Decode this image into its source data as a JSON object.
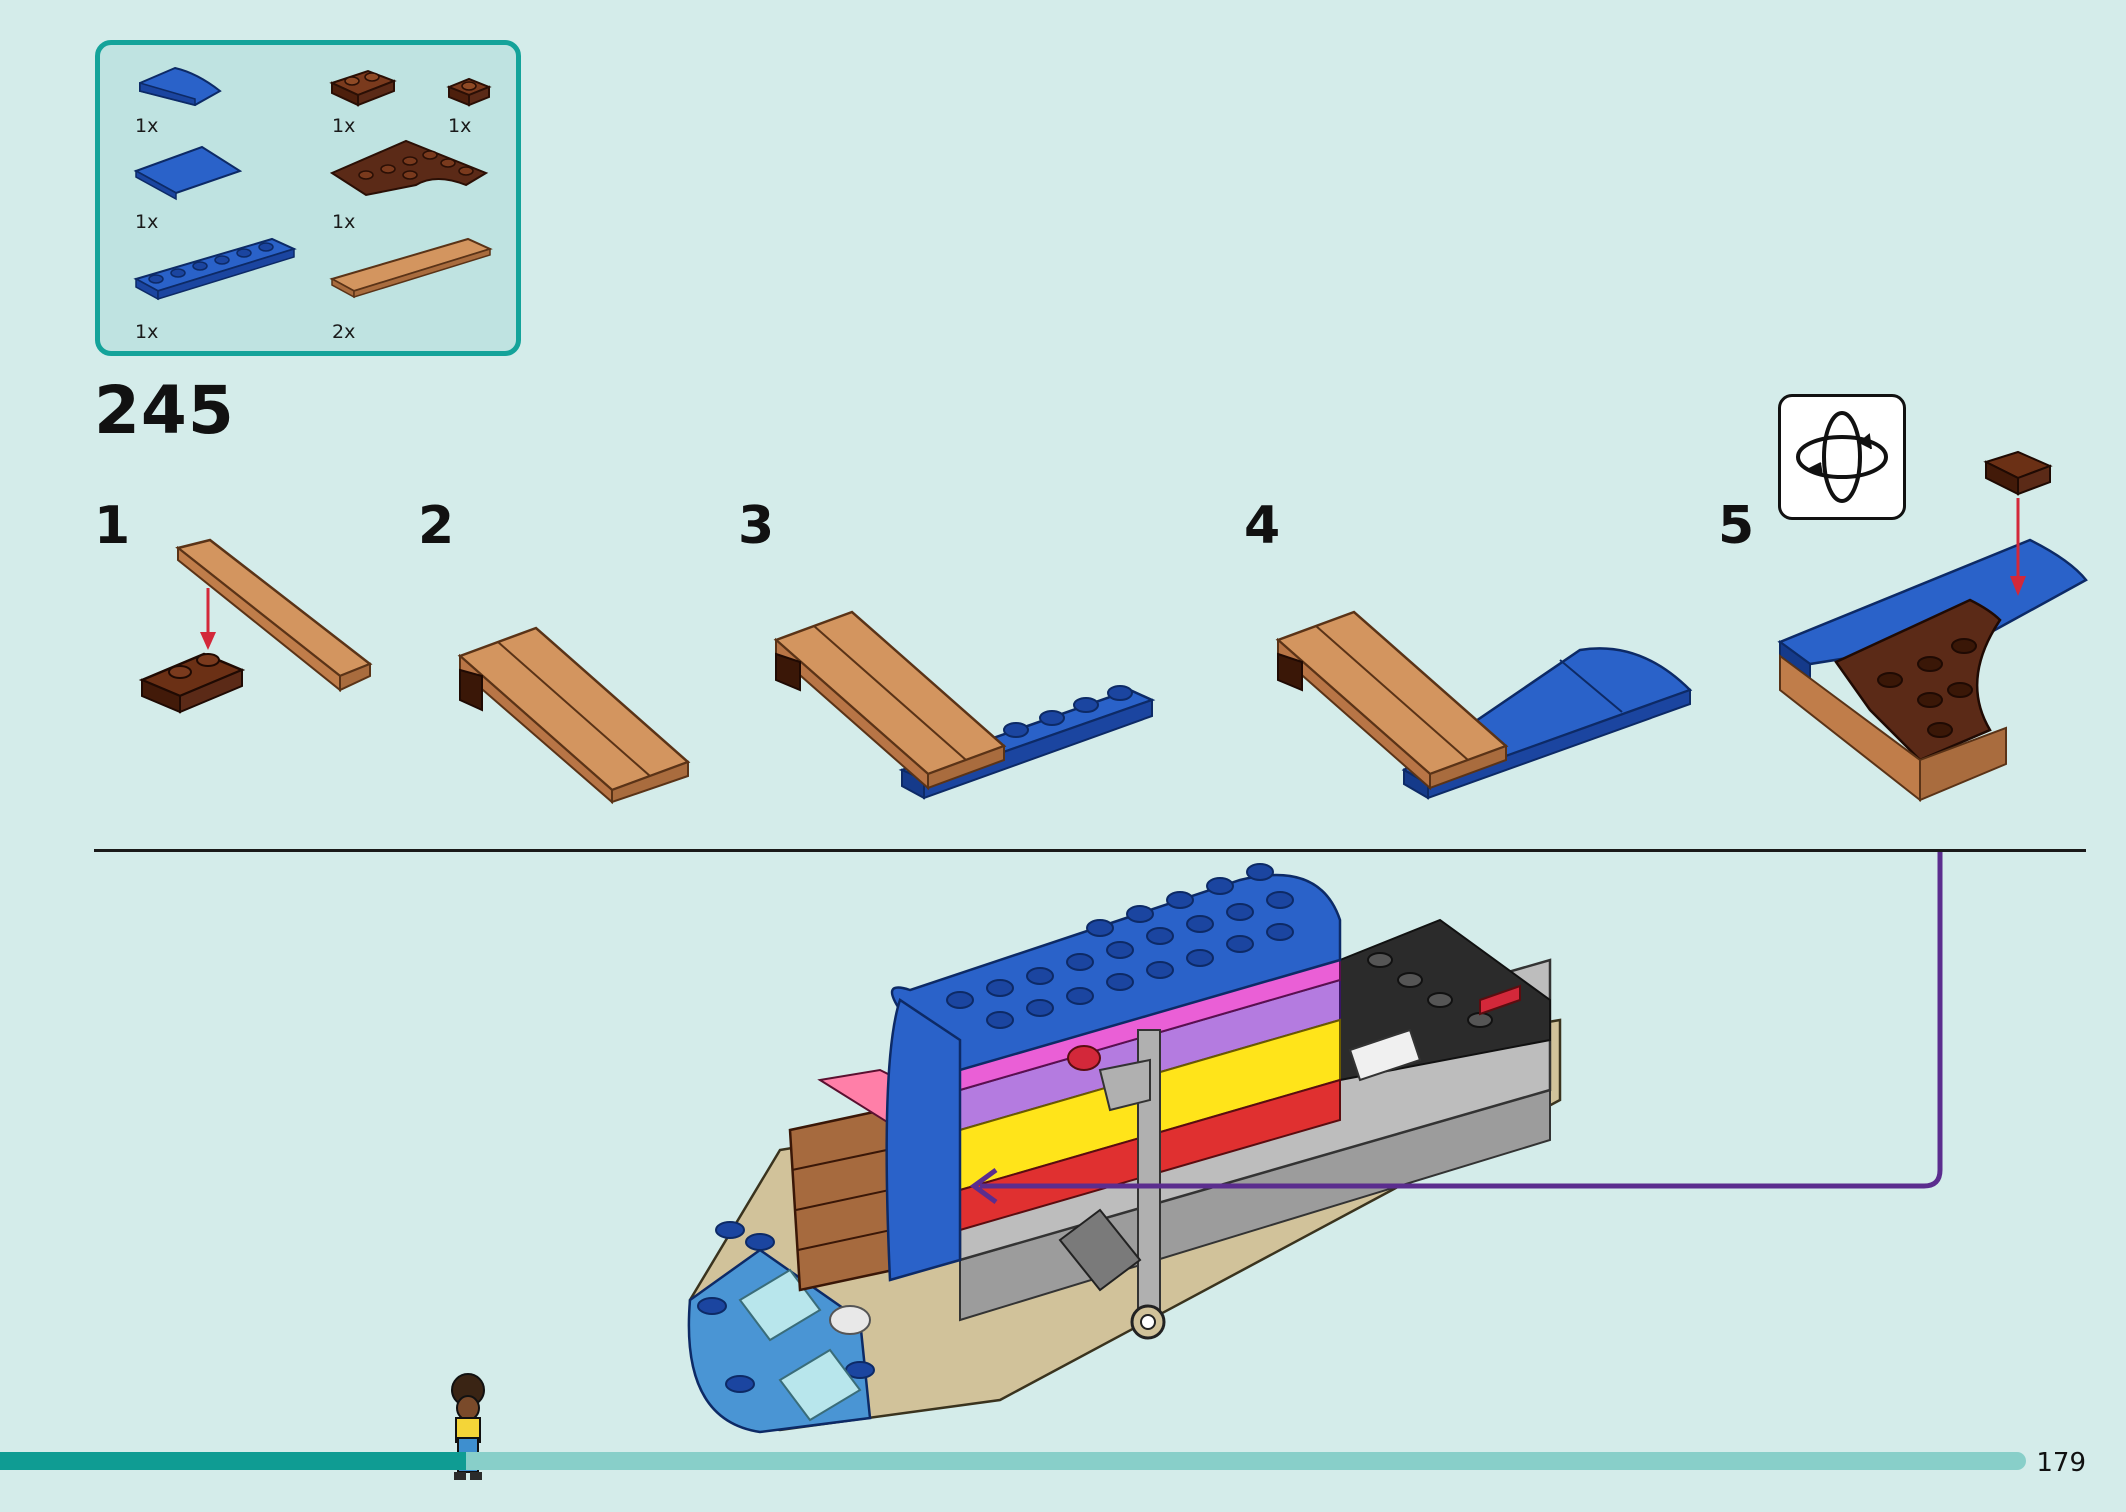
{
  "parts_list": {
    "items": [
      {
        "name": "blue curved slope 2x2",
        "qty": "1x"
      },
      {
        "name": "brown plate 1x2",
        "qty": "1x"
      },
      {
        "name": "brown plate 1x1",
        "qty": "1x"
      },
      {
        "name": "blue tile slope 2x4",
        "qty": "1x"
      },
      {
        "name": "brown wedge plate corner",
        "qty": "1x"
      },
      {
        "name": "blue plate 1x6",
        "qty": "1x"
      },
      {
        "name": "tan tile 1x6",
        "qty": "2x"
      }
    ]
  },
  "step": {
    "number": "245"
  },
  "substeps": [
    "1",
    "2",
    "3",
    "4",
    "5"
  ],
  "page": {
    "number": "179"
  },
  "progress": {
    "fraction": 0.23
  },
  "colors": {
    "background": "#d4ecea",
    "accent": "#14a39a",
    "arrow_red": "#d3283a",
    "callout_purple": "#5b2d8e",
    "brick_blue": "#2a62c9",
    "brick_brown": "#5b2a17",
    "brick_tan": "#c8875a"
  },
  "icons": {
    "rotate": "rotate-model-icon",
    "minifigure": "minifigure-progress-icon"
  }
}
